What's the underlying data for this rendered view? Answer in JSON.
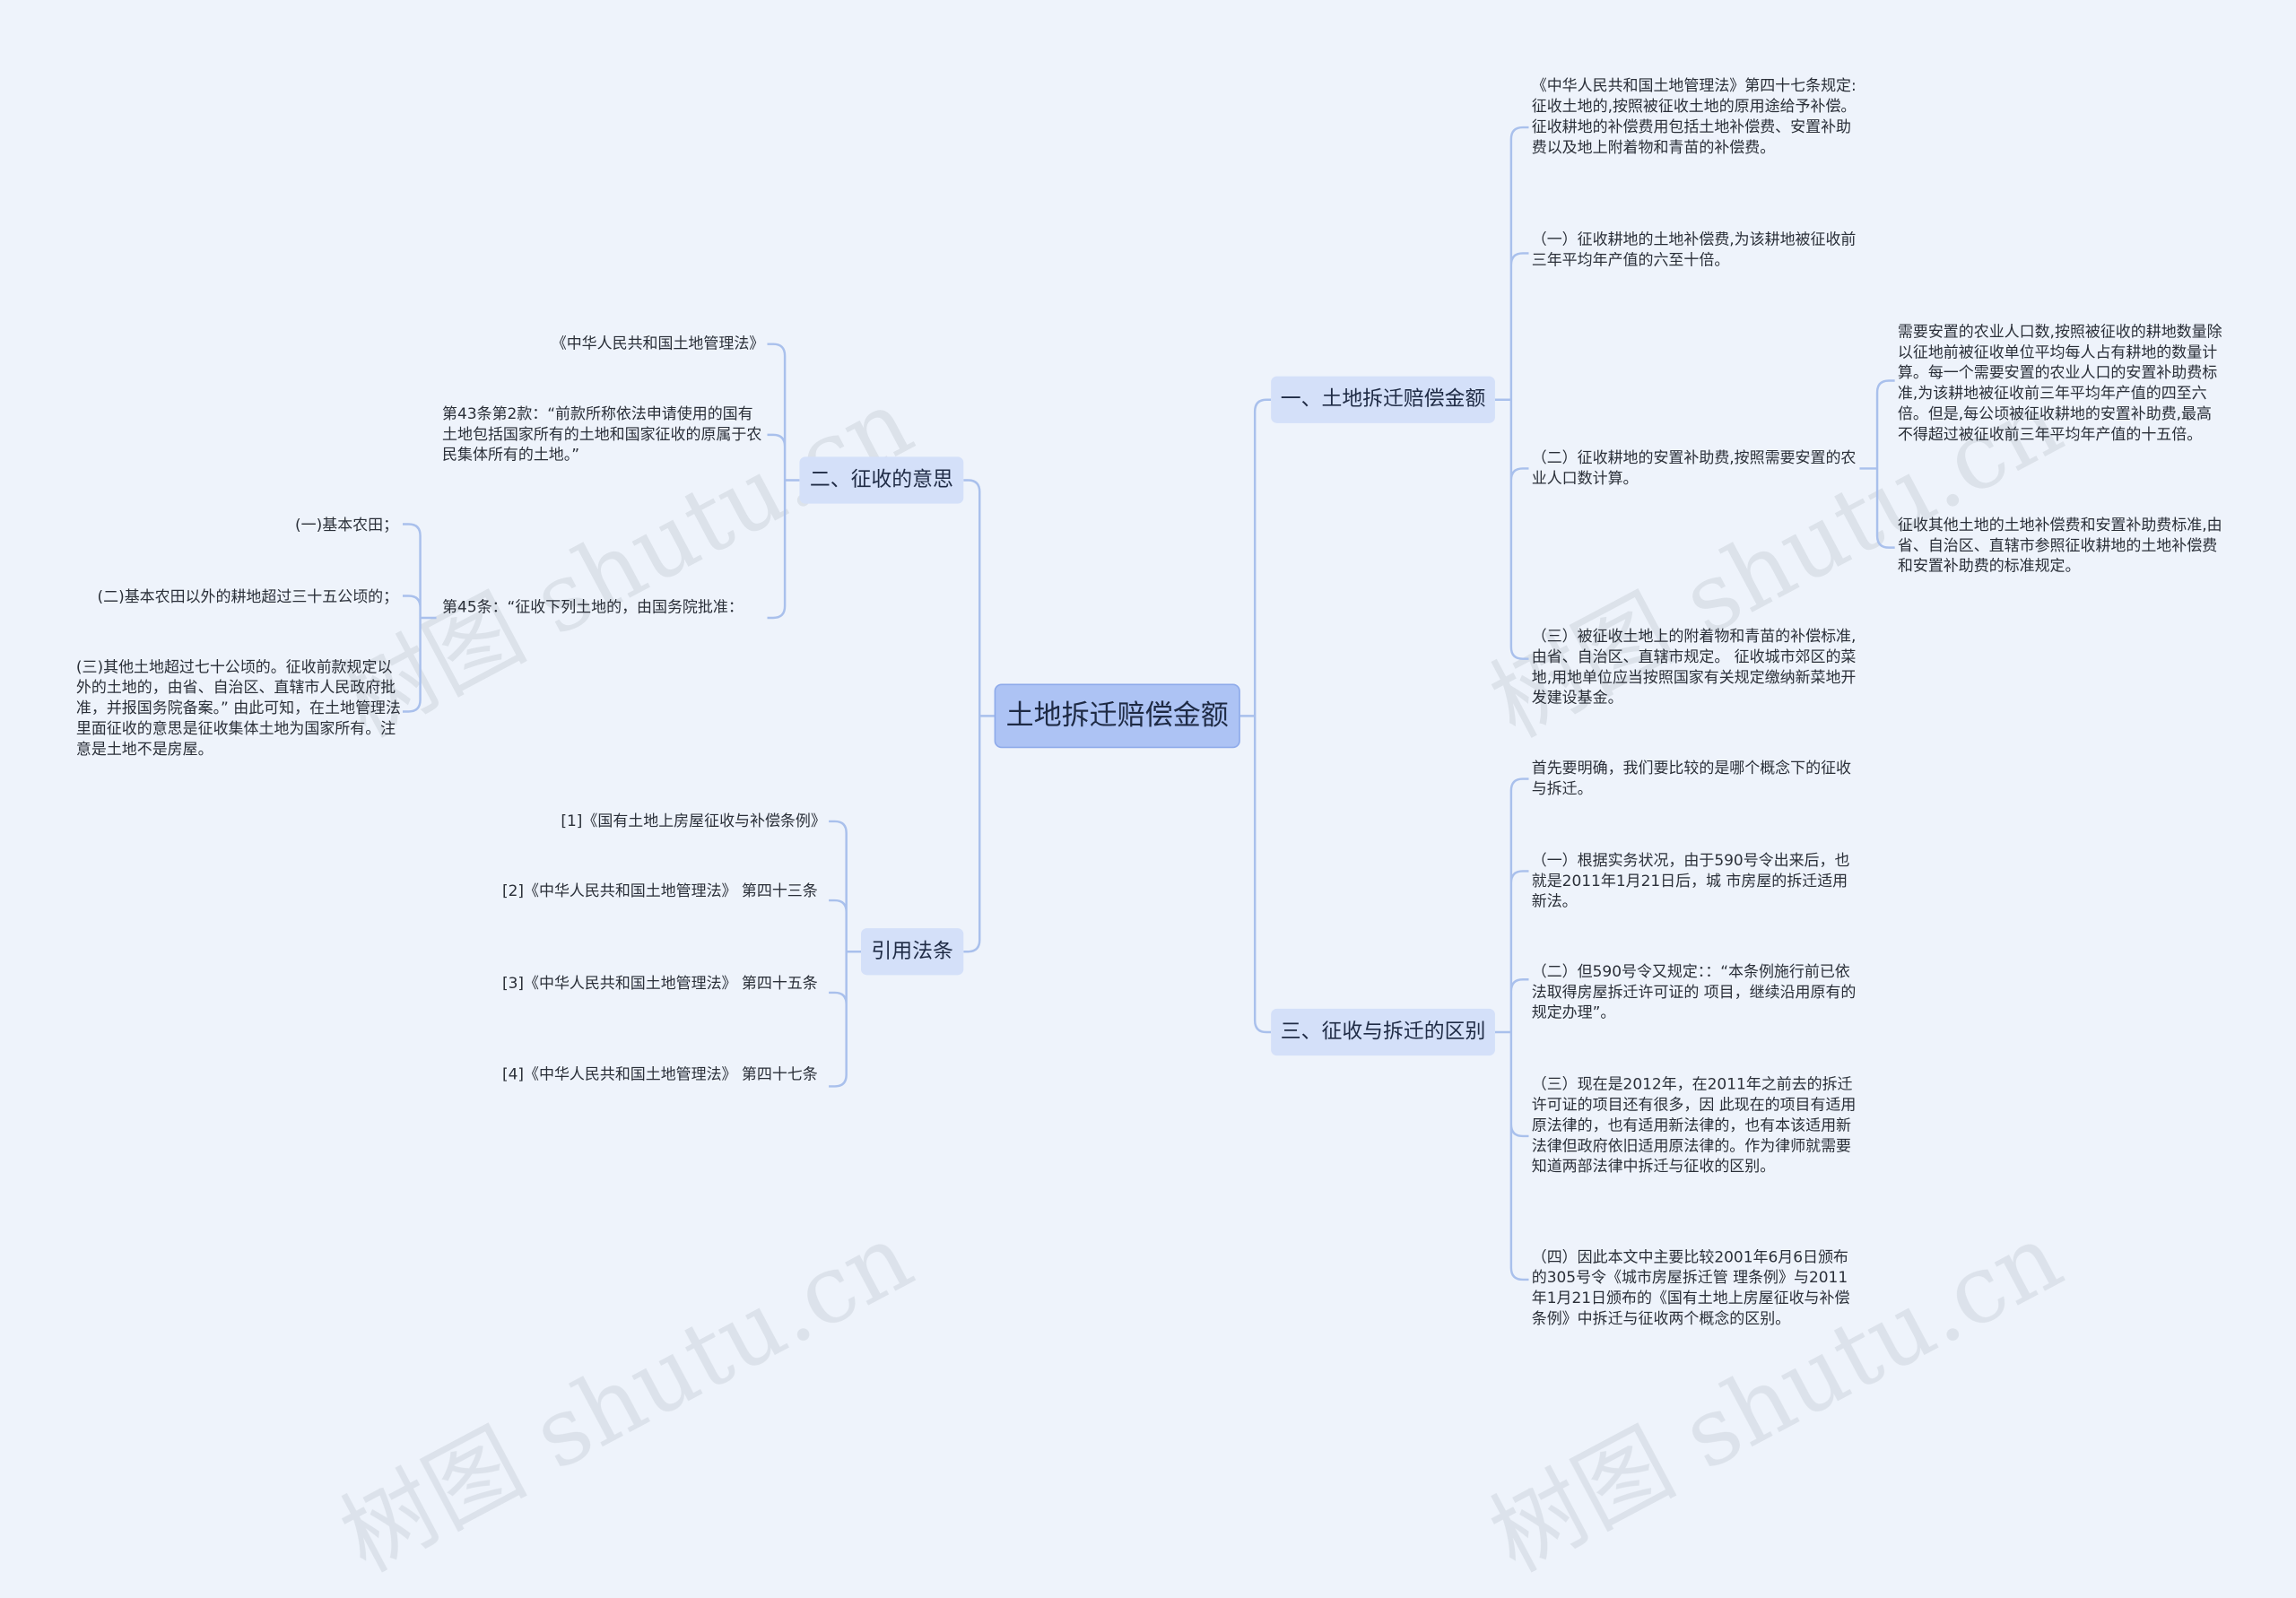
{
  "root": "土地拆迁赔偿金额",
  "watermark": "树图 shutu.cn",
  "branches": {
    "b1": "一、土地拆迁赔偿金额",
    "b2": "二、征收的意思",
    "b3": "引用法条",
    "b4": "三、征收与拆迁的区别"
  },
  "b1_leaves": {
    "l1": "《中华人民共和国土地管理法》第四十七条规定: 征收土地的,按照被征收土地的原用途给予补偿。 征收耕地的补偿费用包括土地补偿费、安置补助费以及地上附着物和青苗的补偿费。",
    "l2": "（一）征收耕地的土地补偿费,为该耕地被征收前三年平均年产值的六至十倍。",
    "l3": "（二）征收耕地的安置补助费,按照需要安置的农业人口数计算。",
    "l3a": "需要安置的农业人口数,按照被征收的耕地数量除以征地前被征收单位平均每人占有耕地的数量计算。每一个需要安置的农业人口的安置补助费标准,为该耕地被征收前三年平均年产值的四至六倍。但是,每公顷被征收耕地的安置补助费,最高不得超过被征收前三年平均年产值的十五倍。",
    "l3b": "征收其他土地的土地补偿费和安置补助费标准,由省、自治区、直辖市参照征收耕地的土地补偿费和安置补助费的标准规定。",
    "l4": "（三）被征收土地上的附着物和青苗的补偿标准,由省、自治区、直辖市规定。 征收城市郊区的菜地,用地单位应当按照国家有关规定缴纳新菜地开发建设基金。"
  },
  "b2_leaves": {
    "l1": "《中华人民共和国土地管理法》",
    "l2": "第43条第2款：“前款所称依法申请使用的国有土地包括国家所有的土地和国家征收的原属于农民集体所有的土地。”",
    "l3": "第45条：“征收下列土地的，由国务院批准：",
    "l3a": "(一)基本农田；",
    "l3b": "(二)基本农田以外的耕地超过三十五公顷的；",
    "l3c": "(三)其他土地超过七十公顷的。征收前款规定以外的土地的，由省、自治区、直辖市人民政府批准，并报国务院备案。” 由此可知，在土地管理法里面征收的意思是征收集体土地为国家所有。注意是土地不是房屋。"
  },
  "b3_leaves": {
    "l1": "[1]《国有土地上房屋征收与补偿条例》",
    "l2": "[2]《中华人民共和国土地管理法》 第四十三条",
    "l3": "[3]《中华人民共和国土地管理法》 第四十五条",
    "l4": "[4]《中华人民共和国土地管理法》 第四十七条"
  },
  "b4_leaves": {
    "l1": "首先要明确，我们要比较的是哪个概念下的征收与拆迁。",
    "l2": "（一）根据实务状况，由于590号令出来后，也就是2011年1月21日后，城 市房屋的拆迁适用新法。",
    "l3": "（二）但590号令又规定：：“本条例施行前已依法取得房屋拆迁许可证的 项目，继续沿用原有的规定办理”。",
    "l4": "（三）现在是2012年，在2011年之前去的拆迁许可证的项目还有很多，因 此现在的项目有适用原法律的，也有适用新法律的，也有本该适用新法律但政府依旧适用原法律的。作为律师就需要知道两部法律中拆迁与征收的区别。",
    "l5": "（四）因此本文中主要比较2001年6月6日颁布的305号令《城市房屋拆迁管 理条例》与2011年1月21日颁布的《国有土地上房屋征收与补偿条例》中拆迁与征收两个概念的区别。"
  },
  "colors": {
    "line": "#a9c0ec",
    "root_fill": "#adc3f4",
    "branch_fill": "#d4e0f9",
    "background": "#eef3fb"
  }
}
